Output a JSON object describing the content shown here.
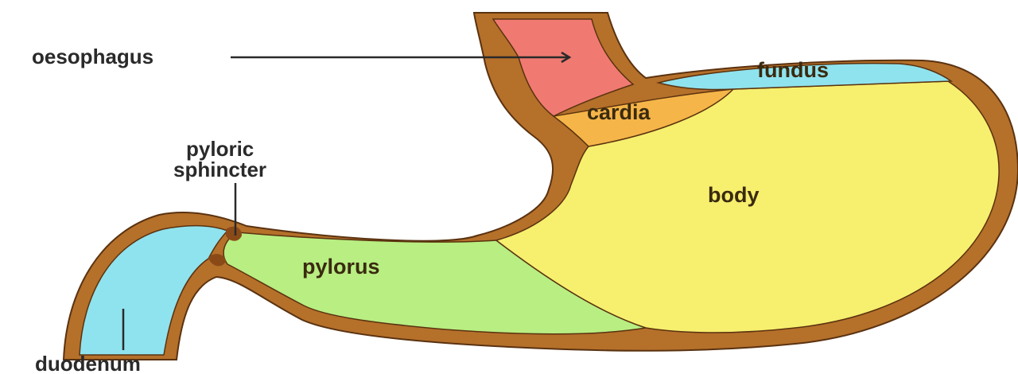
{
  "labels": {
    "oesophagus": "oesophagus",
    "fundus": "fundus",
    "cardia": "cardia",
    "body": "body",
    "pyloric_sphincter_line1": "pyloric",
    "pyloric_sphincter_line2": "sphincter",
    "pylorus": "pylorus",
    "duodenum": "duodenum"
  },
  "colors": {
    "wall": "#b5702a",
    "wall_outline": "#5a3210",
    "oesophagus": "#f07a72",
    "fundus": "#8fe3ee",
    "cardia": "#f5b548",
    "body": "#f7ef6e",
    "pylorus": "#b8ee82",
    "duodenum": "#8fe3ee"
  }
}
